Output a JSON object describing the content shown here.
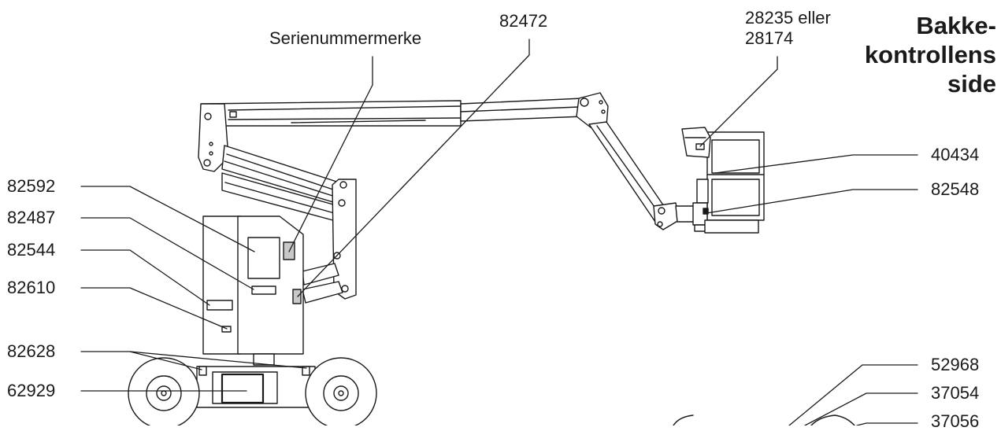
{
  "heading": {
    "line1": "Bakke-",
    "line2": "kontrollens",
    "line3": "side"
  },
  "labels": {
    "serial": "Serienummermerke",
    "p82472": "82472",
    "p28235": "28235 eller",
    "p28174": "28174",
    "p82592": "82592",
    "p82487": "82487",
    "p82544": "82544",
    "p82610": "82610",
    "p82628": "82628",
    "p62929": "62929",
    "p40434": "40434",
    "p82548": "82548",
    "p52968": "52968",
    "p37054": "37054",
    "p37056": "37056"
  }
}
